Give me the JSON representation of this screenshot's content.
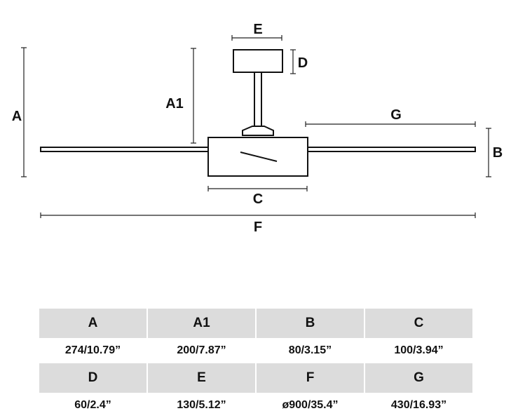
{
  "diagram": {
    "labels": {
      "A": "A",
      "A1": "A1",
      "B": "B",
      "C": "C",
      "D": "D",
      "E": "E",
      "F": "F",
      "G": "G"
    }
  },
  "table": {
    "rows": [
      {
        "headers": [
          "A",
          "A1",
          "B",
          "C"
        ],
        "values": [
          "274/10.79”",
          "200/7.87”",
          "80/3.15”",
          "100/3.94”"
        ]
      },
      {
        "headers": [
          "D",
          "E",
          "F",
          "G"
        ],
        "values": [
          "60/2.4”",
          "130/5.12”",
          "ø900/35.4”",
          "430/16.93”"
        ]
      }
    ]
  }
}
